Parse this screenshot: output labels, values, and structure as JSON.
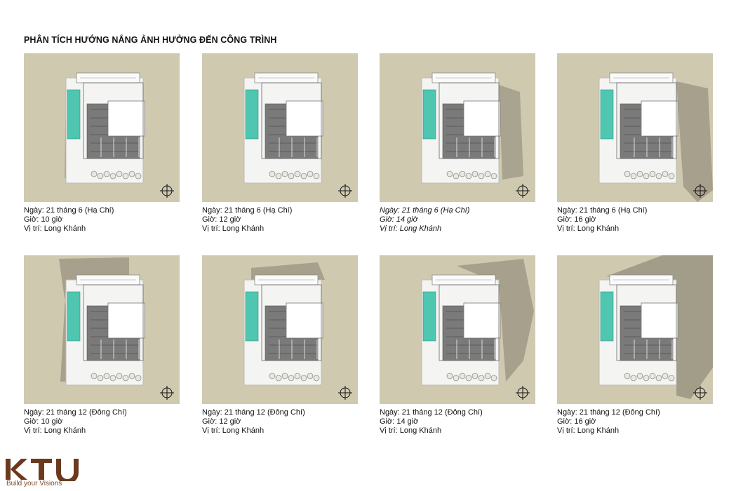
{
  "title": "PHÂN TÍCH HƯỚNG NẮNG ẢNH HƯỞNG ĐẾN CÔNG TRÌNH",
  "colors": {
    "ground": "#cfc9b0",
    "shadow": "#8a8575",
    "roof_grey": "#7a7a7a",
    "pool": "#4fc7b0",
    "building": "#ffffff",
    "logo_brown": "#6b3a1e"
  },
  "panels": [
    {
      "date": "Ngày: 21 tháng 6 (Hạ Chí)",
      "time": "Giờ: 10 giờ",
      "location": "Vị trí: Long Khánh",
      "shadow": "left",
      "italic": false
    },
    {
      "date": "Ngày: 21 tháng 6 (Hạ Chí)",
      "time": "Giờ: 12 giờ",
      "location": "Vị trí: Long Khánh",
      "shadow": "none",
      "italic": false
    },
    {
      "date": "Ngày: 21 tháng 6 (Hạ Chí)",
      "time": "Giờ: 14 giờ",
      "location": "Vị trí: Long Khánh",
      "shadow": "right",
      "italic": true
    },
    {
      "date": "Ngày: 21 tháng 6 (Hạ Chí)",
      "time": "Giờ: 16 giờ",
      "location": "Vị trí: Long Khánh",
      "shadow": "right-long",
      "italic": false
    },
    {
      "date": "Ngày: 21 tháng 12 (Đông Chí)",
      "time": "Giờ: 10 giờ",
      "location": "Vị trí: Long Khánh",
      "shadow": "left-top",
      "italic": false
    },
    {
      "date": "Ngày: 21 tháng 12 (Đông Chí)",
      "time": "Giờ: 12 giờ",
      "location": "Vị trí: Long Khánh",
      "shadow": "top",
      "italic": false
    },
    {
      "date": "Ngày: 21 tháng 12 (Đông Chí)",
      "time": "Giờ: 14 giờ",
      "location": "Vị trí: Long Khánh",
      "shadow": "right-top",
      "italic": false
    },
    {
      "date": "Ngày: 21 tháng 12 (Đông Chí)",
      "time": "Giờ: 16 giờ",
      "location": "Vị trí: Long Khánh",
      "shadow": "right-top-long",
      "italic": false
    }
  ],
  "logo": {
    "text": "KTU",
    "tagline": "Build your Visions"
  }
}
